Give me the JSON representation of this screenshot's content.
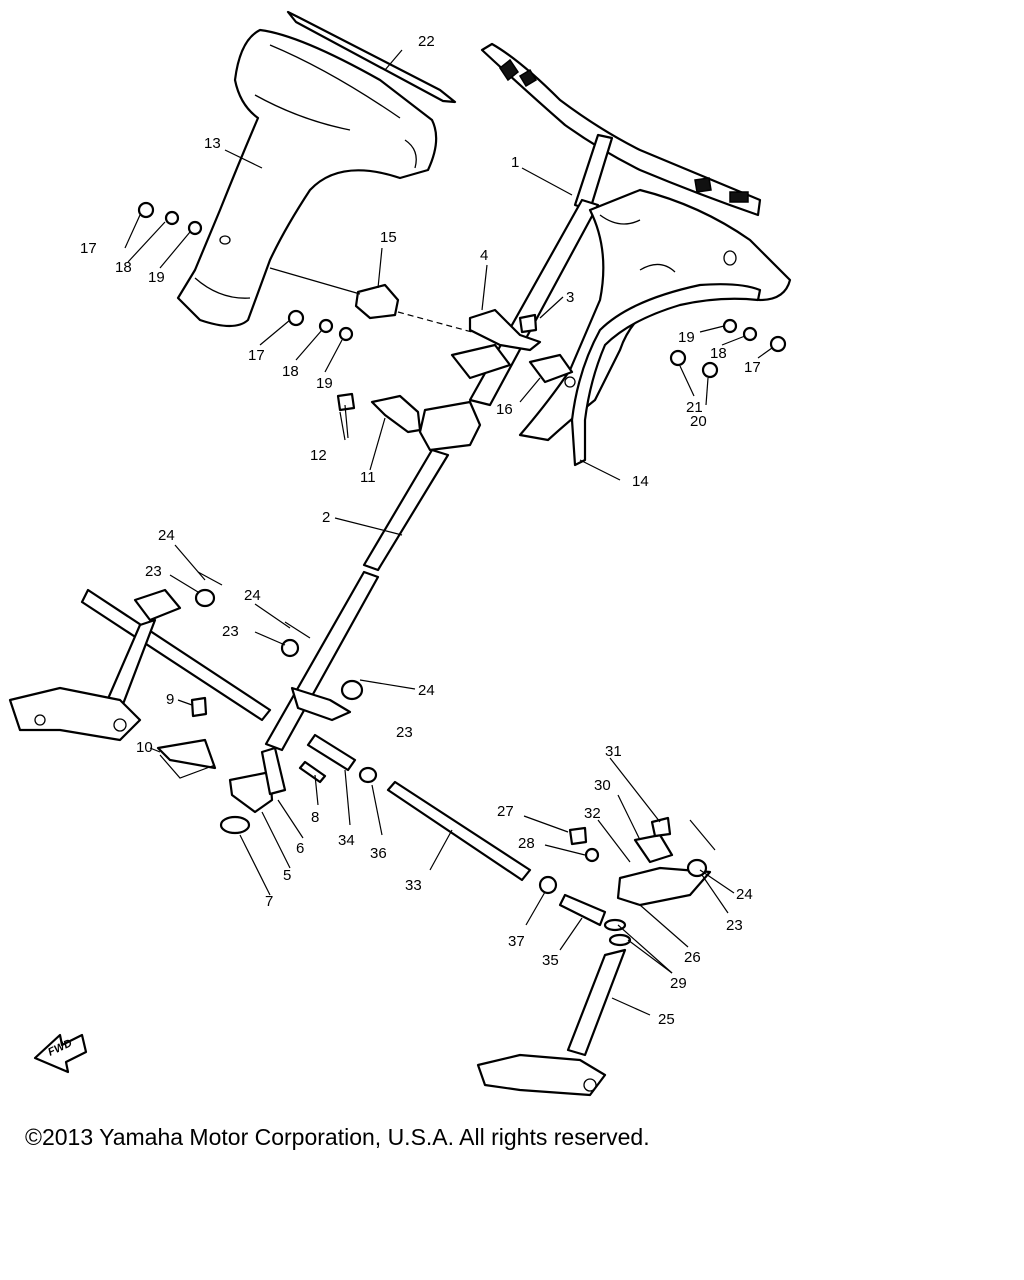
{
  "diagram": {
    "callouts": {
      "c1": "1",
      "c2": "2",
      "c4": "4",
      "c3": "3",
      "c5": "5",
      "c6": "6",
      "c7": "7",
      "c8": "8",
      "c9": "9",
      "c10": "10",
      "c11": "11",
      "c12": "12",
      "c13": "13",
      "c14": "14",
      "c15": "15",
      "c16": "16",
      "c17a": "17",
      "c17b": "17",
      "c17c": "17",
      "c18a": "18",
      "c18b": "18",
      "c18c": "18",
      "c19a": "19",
      "c19b": "19",
      "c19c": "19",
      "c20": "20",
      "c21": "21",
      "c22": "22",
      "c23a": "23",
      "c23b": "23",
      "c23c": "23",
      "c23d": "23",
      "c24a": "24",
      "c24b": "24",
      "c24c": "24",
      "c24d": "24",
      "c25": "25",
      "c26": "26",
      "c27": "27",
      "c28": "28",
      "c29": "29",
      "c30": "30",
      "c31": "31",
      "c32": "32",
      "c33": "33",
      "c34": "34",
      "c35": "35",
      "c36": "36",
      "c37": "37"
    },
    "fwd_label": "FWD"
  },
  "copyright": "©2013 Yamaha Motor Corporation, U.S.A. All rights reserved."
}
